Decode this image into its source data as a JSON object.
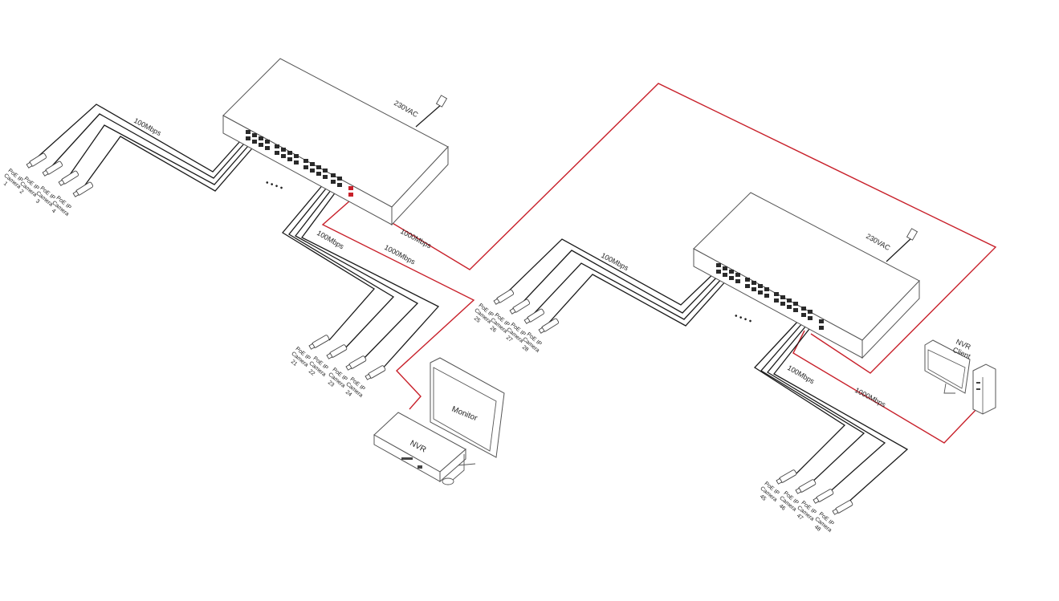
{
  "colors": {
    "black": "#1a1a1a",
    "red": "#c8202a",
    "outline": "#555555"
  },
  "switch_a": {
    "power_label": "230VAC"
  },
  "switch_b": {
    "power_label": "230VAC"
  },
  "links": {
    "a_left_cams": "100Mbps",
    "a_bottom_cams": "100Mbps",
    "a_uplink": "1000Mbps",
    "a_to_nvr": "1000Mbps",
    "b_left_cams": "100Mbps",
    "b_bottom_cams": "100Mbps",
    "b_to_client": "1000Mbps"
  },
  "cameras": {
    "group1": [
      {
        "l1": "PoE IP",
        "l2": "Camera",
        "l3": "1"
      },
      {
        "l1": "PoE IP",
        "l2": "Camera",
        "l3": "2"
      },
      {
        "l1": "PoE IP",
        "l2": "Camera",
        "l3": "3"
      },
      {
        "l1": "PoE IP",
        "l2": "Camera",
        "l3": "4"
      }
    ],
    "group2": [
      {
        "l1": "PoE IP",
        "l2": "Camera",
        "l3": "21"
      },
      {
        "l1": "PoE IP",
        "l2": "Camera",
        "l3": "22"
      },
      {
        "l1": "PoE IP",
        "l2": "Camera",
        "l3": "23"
      },
      {
        "l1": "PoE IP",
        "l2": "Camera",
        "l3": "24"
      }
    ],
    "group3": [
      {
        "l1": "PoE IP",
        "l2": "Camera",
        "l3": "25"
      },
      {
        "l1": "PoE IP",
        "l2": "Camera",
        "l3": "26"
      },
      {
        "l1": "PoE IP",
        "l2": "Camera",
        "l3": "27"
      },
      {
        "l1": "PoE IP",
        "l2": "Camera",
        "l3": "28"
      }
    ],
    "group4": [
      {
        "l1": "PoE IP",
        "l2": "Camera",
        "l3": "45"
      },
      {
        "l1": "PoE IP",
        "l2": "Camera",
        "l3": "46"
      },
      {
        "l1": "PoE IP",
        "l2": "Camera",
        "l3": "47"
      },
      {
        "l1": "PoE IP",
        "l2": "Camera",
        "l3": "48"
      }
    ]
  },
  "devices": {
    "monitor": "Monitor",
    "nvr": "NVR",
    "client_l1": "NVR",
    "client_l2": "Client"
  },
  "dots": "• • • •"
}
